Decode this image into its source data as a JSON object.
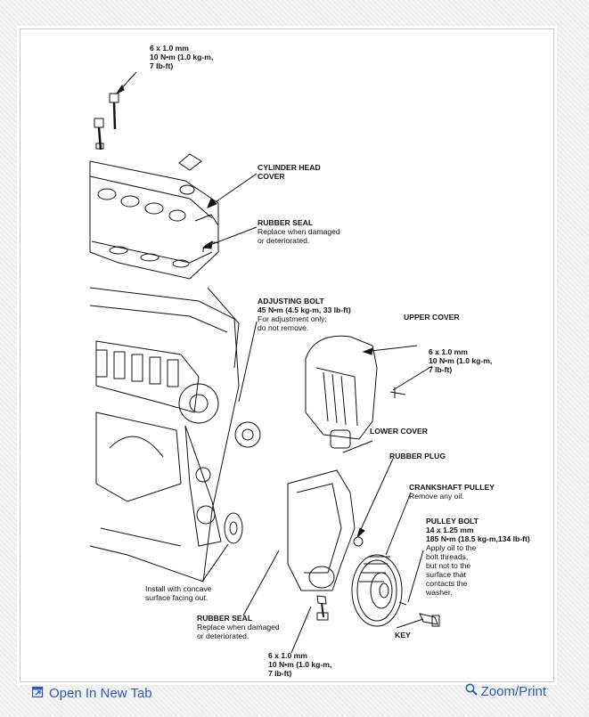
{
  "labels": {
    "top_bolt": [
      "6 x 1.0 mm",
      "10 N•m (1.0 kg-m,",
      "7 lb-ft)"
    ],
    "cyl_head": [
      "CYLINDER HEAD",
      "COVER"
    ],
    "rubber_seal_top": [
      "RUBBER SEAL",
      "Replace when damaged",
      "or deteriorated."
    ],
    "adjusting_bolt": [
      "ADJUSTING BOLT",
      "45 N•m (4.5 kg-m, 33 lb-ft)",
      "For adjustment only;",
      "do not remove."
    ],
    "upper_cover": [
      "UPPER COVER"
    ],
    "upper_bolt": [
      "6 x 1.0 mm",
      "10 N•m (1.0 kg-m,",
      "7 lb-ft)"
    ],
    "lower_cover": [
      "LOWER COVER"
    ],
    "rubber_plug": [
      "RUBBER PLUG"
    ],
    "crank_pulley": [
      "CRANKSHAFT PULLEY",
      "Remove any oil."
    ],
    "pulley_bolt": [
      "PULLEY BOLT",
      "14 x 1.25 mm",
      "185 N•m (18.5 kg-m,134 lb-ft)",
      "Apply oil to the",
      "bolt threads,",
      "but not to the",
      "surface that",
      "contacts the",
      "washer."
    ],
    "install_note": [
      "Install with concave",
      "surface facing out."
    ],
    "rubber_seal_bottom": [
      "RUBBER SEAL",
      "Replace when damaged",
      "or deteriorated."
    ],
    "key": [
      "KEY"
    ],
    "bottom_bolt": [
      "6 x 1.0 mm",
      "10 N•m (1.0 kg-m,",
      "7 lb-ft)"
    ]
  },
  "footer": {
    "open_tab": "Open In New Tab",
    "zoom_print": "Zoom/Print"
  },
  "colors": {
    "link": "#2a5db0",
    "ink": "#111111"
  }
}
